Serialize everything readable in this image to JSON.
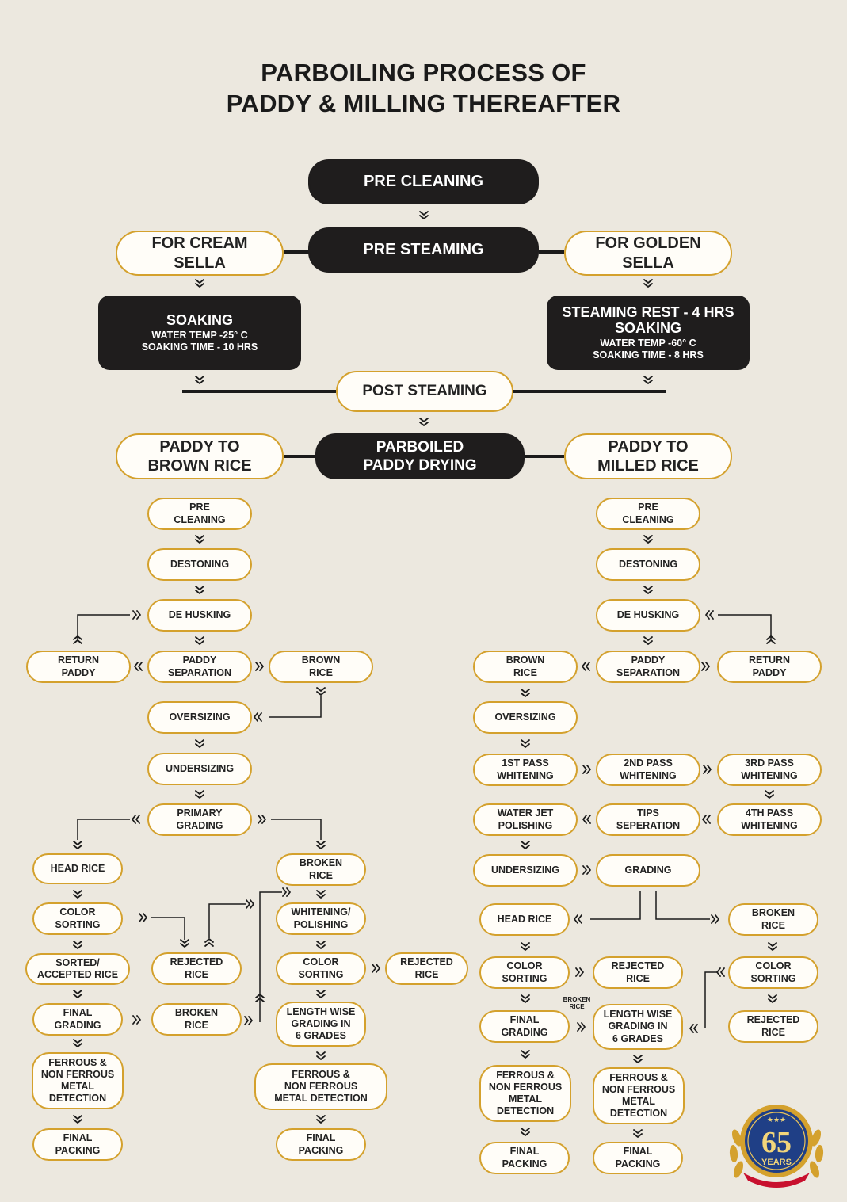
{
  "title": {
    "line1": "PARBOILING PROCESS OF",
    "line2": "PADDY & MILLING THEREAFTER"
  },
  "top": {
    "pre_cleaning": "PRE CLEANING",
    "pre_steaming": "PRE STEAMING",
    "for_cream_sella": "FOR CREAM\nSELLA",
    "for_golden_sella": "FOR GOLDEN\nSELLA",
    "soaking_cream": {
      "heading": "SOAKING",
      "detail": "WATER TEMP -25° C\nSOAKING TIME - 10 HRS"
    },
    "soaking_golden": {
      "heading": "STEAMING REST - 4 HRS\nSOAKING",
      "detail": "WATER TEMP -60° C\nSOAKING TIME - 8 HRS"
    },
    "post_steaming": "POST STEAMING",
    "parboiled_drying": "PARBOILED\nPADDY DRYING",
    "paddy_to_brown": "PADDY TO\nBROWN RICE",
    "paddy_to_milled": "PADDY TO\nMILLED RICE"
  },
  "left": {
    "pre_cleaning": "PRE\nCLEANING",
    "destoning": "DESTONING",
    "de_husking": "DE HUSKING",
    "return_paddy": "RETURN\nPADDY",
    "paddy_separation": "PADDY\nSEPARATION",
    "brown_rice": "BROWN\nRICE",
    "oversizing": "OVERSIZING",
    "undersizing": "UNDERSIZING",
    "primary_grading": "PRIMARY\nGRADING",
    "head_rice": "HEAD RICE",
    "color_sorting": "COLOR\nSORTING",
    "sorted_accepted": "SORTED/\nACCEPTED RICE",
    "final_grading": "FINAL\nGRADING",
    "ferrous": "FERROUS &\nNON FERROUS\nMETAL\nDETECTION",
    "final_packing": "FINAL\nPACKING",
    "rejected_rice": "REJECTED\nRICE",
    "broken_rice_mid": "BROKEN\nRICE",
    "broken_rice": "BROKEN\nRICE",
    "whitening_polishing": "WHITENING/\nPOLISHING",
    "color_sorting_2": "COLOR\nSORTING",
    "rejected_rice_2": "REJECTED\nRICE",
    "length_grading": "LENGTH WISE\nGRADING IN\n6 GRADES",
    "ferrous_2": "FERROUS &\nNON FERROUS\nMETAL DETECTION",
    "final_packing_2": "FINAL\nPACKING"
  },
  "right": {
    "pre_cleaning": "PRE\nCLEANING",
    "destoning": "DESTONING",
    "de_husking": "DE HUSKING",
    "brown_rice": "BROWN\nRICE",
    "paddy_separation": "PADDY\nSEPARATION",
    "return_paddy": "RETURN\nPADDY",
    "oversizing": "OVERSIZING",
    "pass1": "1ST PASS\nWHITENING",
    "pass2": "2ND PASS\nWHITENING",
    "pass3": "3RD PASS\nWHITENING",
    "water_jet": "WATER JET\nPOLISHING",
    "tips_separation": "TIPS\nSEPERATION",
    "pass4": "4TH PASS\nWHITENING",
    "undersizing": "UNDERSIZING",
    "grading": "GRADING",
    "head_rice": "HEAD RICE",
    "broken_rice": "BROKEN\nRICE",
    "color_sorting": "COLOR\nSORTING",
    "rejected_rice": "REJECTED\nRICE",
    "color_sorting_2": "COLOR\nSORTING",
    "final_grading": "FINAL\nGRADING",
    "broken_rice_label": "BROKEN\nRICE",
    "length_grading": "LENGTH WISE\nGRADING IN\n6 GRADES",
    "rejected_rice_2": "REJECTED\nRICE",
    "ferrous": "FERROUS &\nNON FERROUS\nMETAL\nDETECTION",
    "ferrous_2": "FERROUS &\nNON FERROUS\nMETAL\nDETECTION",
    "final_packing": "FINAL\nPACKING",
    "final_packing_2": "FINAL\nPACKING"
  },
  "badge": {
    "number": "65",
    "label": "YEARS",
    "stars": "★★★"
  },
  "colors": {
    "background": "#ece8df",
    "accent_gold": "#d4a12d",
    "dark_box": "#1f1d1d",
    "pill_fill": "#fffdf8",
    "badge_blue": "#1f3f86"
  }
}
